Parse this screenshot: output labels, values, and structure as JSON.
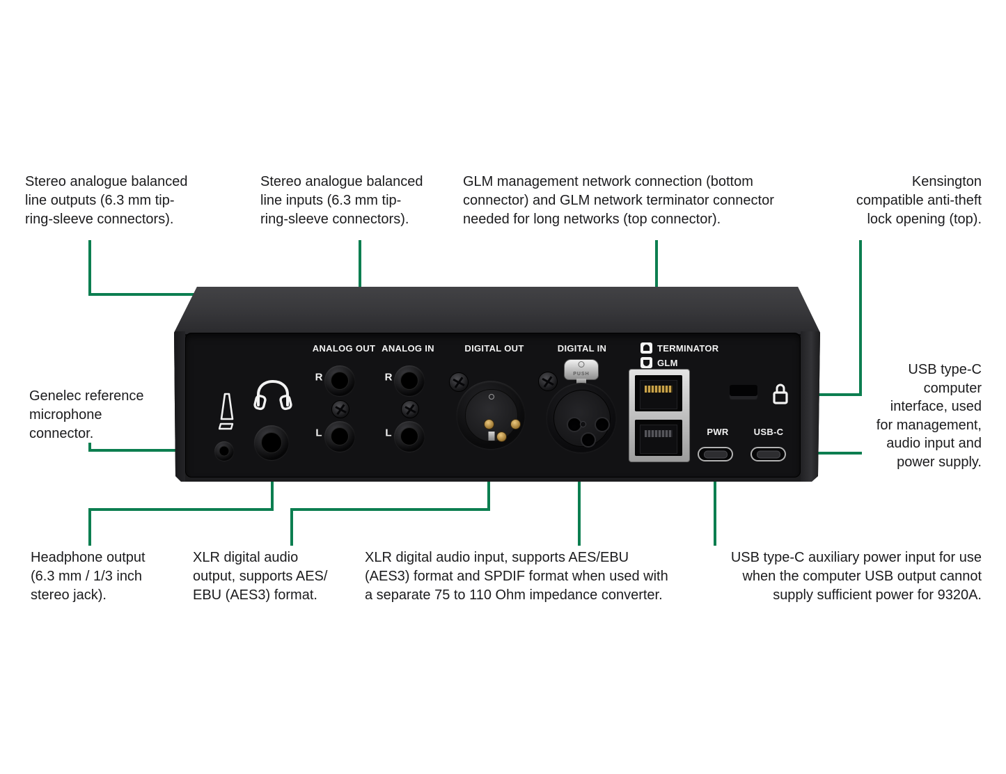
{
  "colors": {
    "leader_green": "#0c7e50",
    "device_body": "#1d1d1f",
    "panel": "#121214"
  },
  "annotations": {
    "analog_out": {
      "lines": [
        "Stereo analogue balanced",
        "line outputs (6.3 mm tip-",
        "ring-sleeve connectors)."
      ]
    },
    "analog_in": {
      "lines": [
        "Stereo analogue balanced",
        "line inputs (6.3 mm tip-",
        "ring-sleeve connectors)."
      ]
    },
    "glm_network": {
      "lines": [
        "GLM management network connection (bottom",
        "connector) and GLM network terminator connector",
        "needed for long networks (top connector)."
      ]
    },
    "kensington": {
      "lines": [
        "Kensington",
        "compatible anti-theft",
        "lock opening (top)."
      ]
    },
    "microphone": {
      "lines": [
        "Genelec reference",
        "microphone",
        "connector."
      ]
    },
    "usb_interface": {
      "lines": [
        "USB type-C",
        "computer",
        "interface, used",
        "for management,",
        "audio input and",
        "power supply."
      ]
    },
    "headphone": {
      "lines": [
        "Headphone output",
        "(6.3 mm / 1/3 inch",
        "stereo jack)."
      ]
    },
    "xlr_out": {
      "lines": [
        "XLR digital audio",
        "output, supports AES/",
        "EBU (AES3) format."
      ]
    },
    "xlr_in": {
      "lines": [
        "XLR digital audio input, supports AES/EBU",
        "(AES3) format and SPDIF format when used with",
        "a separate 75 to 110 Ohm impedance converter."
      ]
    },
    "usb_power": {
      "lines": [
        "USB type-C auxiliary power input for use",
        "when the computer USB output cannot",
        "supply sufficient power for 9320A."
      ]
    }
  },
  "device": {
    "labels": {
      "analog_out": "ANALOG OUT",
      "analog_in": "ANALOG IN",
      "digital_out": "DIGITAL OUT",
      "digital_in": "DIGITAL IN",
      "terminator": "TERMINATOR",
      "glm": "GLM",
      "pwr": "PWR",
      "usbc": "USB-C",
      "right": "R",
      "left": "L",
      "push": "PUSH"
    }
  }
}
